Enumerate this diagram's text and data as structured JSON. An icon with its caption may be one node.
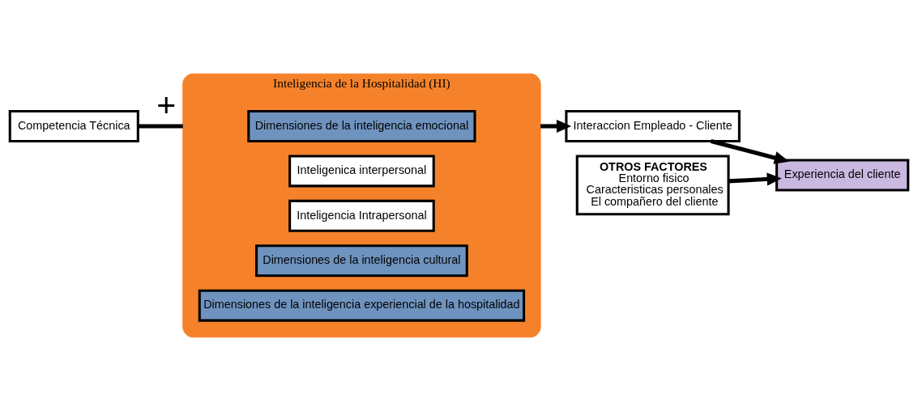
{
  "diagram": {
    "nodes": [
      {
        "text": [
          "Competencia Técnica"
        ]
      },
      {
        "text": [
          "Inteligencia de la Hospitalidad (HI)"
        ]
      },
      {
        "text": [
          "Dimensiones de la inteligencia emocional"
        ],
        "in": 1
      },
      {
        "text": [
          "Inteligenica interpersonal"
        ],
        "in": 1
      },
      {
        "text": [
          "Inteligencia Intrapersonal"
        ],
        "in": 1
      },
      {
        "text": [
          "Dimensiones de la inteligencia cultural"
        ],
        "in": 1
      },
      {
        "text": [
          "Dimensiones de la inteligencia experiencial de la hospitalidad"
        ],
        "in": 1
      },
      {
        "text": [
          "Interaccion Empleado - Cliente"
        ]
      },
      {
        "text": [
          "Experiencia del cliente"
        ]
      },
      {
        "text": [
          "OTROS FACTORES",
          "Entorno fisico",
          "Caracteristicas personales",
          "El compañero del cliente"
        ]
      }
    ],
    "edges": [
      {
        "from": 0,
        "to": 1,
        "arrow": "none",
        "label": "+"
      },
      {
        "from": 1,
        "to": 7,
        "arrow": "to"
      },
      {
        "from": 7,
        "to": 8,
        "arrow": "to"
      },
      {
        "from": 9,
        "to": 8,
        "arrow": "to"
      }
    ]
  }
}
